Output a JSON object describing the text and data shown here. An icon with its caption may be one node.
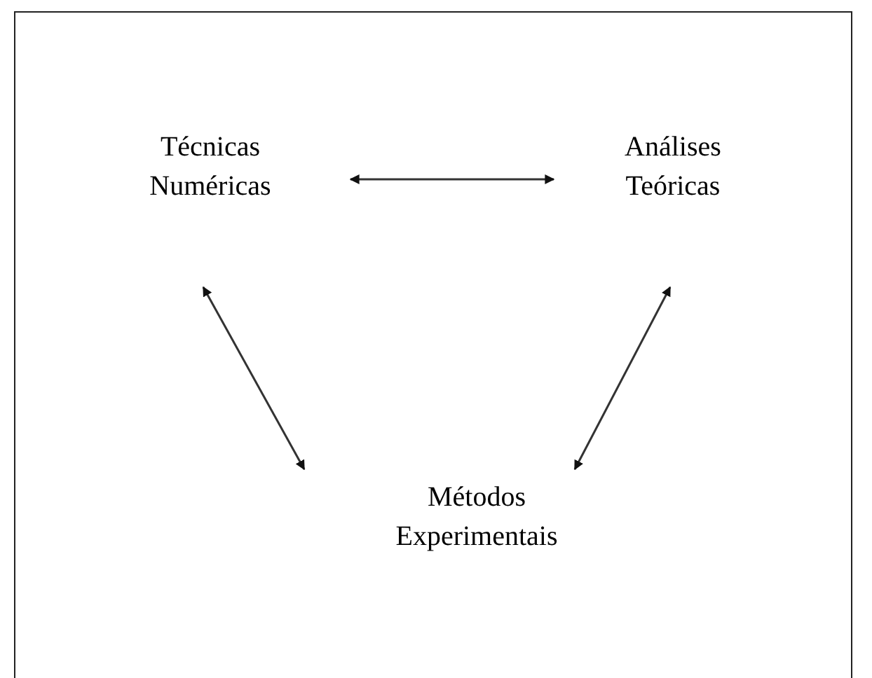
{
  "diagram": {
    "nodes": [
      {
        "text": [
          "Técnicas Numéricas"
        ]
      },
      {
        "text": [
          "Análises Teóricas"
        ]
      },
      {
        "text": [
          "Métodos Experimentais"
        ]
      }
    ],
    "edges": [
      {
        "from": 0,
        "to": 1,
        "arrow": "both"
      },
      {
        "from": 0,
        "to": 2,
        "arrow": "both"
      },
      {
        "from": 1,
        "to": 2,
        "arrow": "both"
      }
    ]
  }
}
